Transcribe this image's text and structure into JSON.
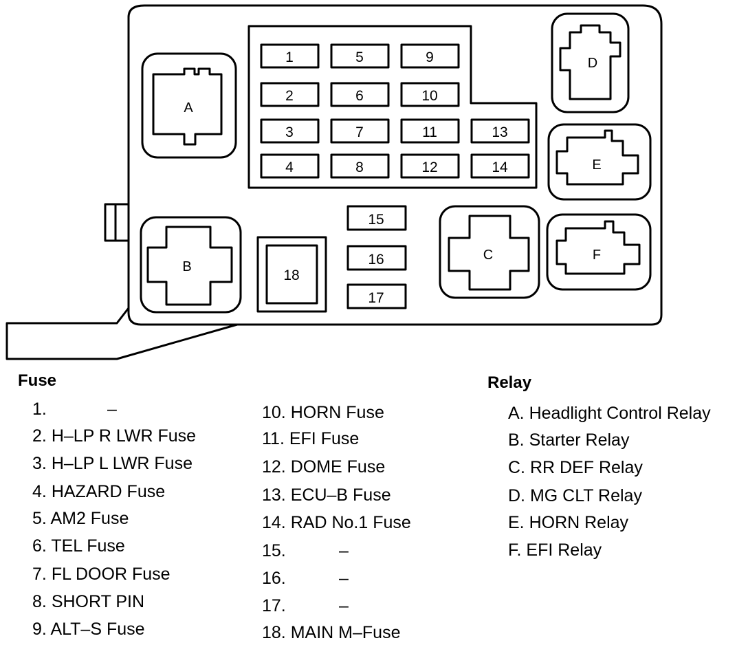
{
  "diagram": {
    "fuse_slots": [
      "1",
      "2",
      "3",
      "4",
      "5",
      "6",
      "7",
      "8",
      "9",
      "10",
      "11",
      "12",
      "13",
      "14",
      "15",
      "16",
      "17",
      "18"
    ],
    "relay_slots": [
      "A",
      "B",
      "C",
      "D",
      "E",
      "F"
    ]
  },
  "fuse_legend": {
    "heading": "Fuse",
    "items": [
      {
        "num": "1.",
        "text": "–"
      },
      {
        "num": "2.",
        "text": "H–LP R LWR Fuse"
      },
      {
        "num": "3.",
        "text": "H–LP L LWR Fuse"
      },
      {
        "num": "4.",
        "text": "HAZARD Fuse"
      },
      {
        "num": "5.",
        "text": "AM2 Fuse"
      },
      {
        "num": "6.",
        "text": "TEL Fuse"
      },
      {
        "num": "7.",
        "text": "FL DOOR Fuse"
      },
      {
        "num": "8.",
        "text": "SHORT PIN"
      },
      {
        "num": "9.",
        "text": "ALT–S Fuse"
      },
      {
        "num": "10.",
        "text": "HORN Fuse"
      },
      {
        "num": "11.",
        "text": "EFI Fuse"
      },
      {
        "num": "12.",
        "text": "DOME Fuse"
      },
      {
        "num": "13.",
        "text": "ECU–B Fuse"
      },
      {
        "num": "14.",
        "text": "RAD No.1 Fuse"
      },
      {
        "num": "15.",
        "text": "–"
      },
      {
        "num": "16.",
        "text": "–"
      },
      {
        "num": "17.",
        "text": "–"
      },
      {
        "num": "18.",
        "text": "MAIN M–Fuse"
      }
    ]
  },
  "relay_legend": {
    "heading": "Relay",
    "items": [
      {
        "num": "A.",
        "text": "Headlight Control Relay"
      },
      {
        "num": "B.",
        "text": "Starter Relay"
      },
      {
        "num": "C.",
        "text": "RR DEF Relay"
      },
      {
        "num": "D.",
        "text": "MG CLT Relay"
      },
      {
        "num": "E.",
        "text": "HORN Relay"
      },
      {
        "num": "F.",
        "text": "EFI Relay"
      }
    ]
  }
}
